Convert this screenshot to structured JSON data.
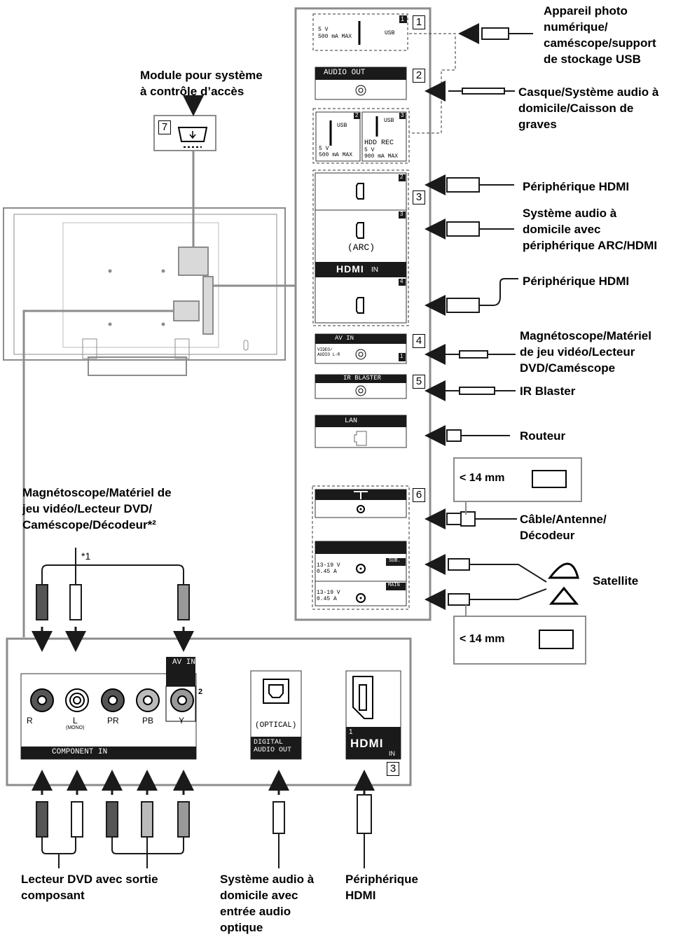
{
  "labels": {
    "usb_device": "Appareil photo\nnumérique/\ncaméscope/support\nde stockage USB",
    "headphones": "Casque/Système audio à\ndomicile/Caisson de\ngraves",
    "hdmi_device_1": "Périphérique HDMI",
    "arc_device": "Système audio à\ndomicile avec\npériphérique ARC/HDMI",
    "hdmi_device_2": "Périphérique HDMI",
    "av_in_device": "Magnétoscope/Matériel\nde jeu vidéo/Lecteur\nDVD/Caméscope",
    "ir_blaster": "IR Blaster",
    "router": "Routeur",
    "cable_antenna": "Câble/Antenne/\nDécodeur",
    "satellite": "Satellite",
    "cam_module": "Module pour système\nà contrôle d’accès",
    "composite_device": "Magnétoscope/Matériel de\njeu vidéo/Lecteur DVD/\nCaméscope/Décodeur*²",
    "note_1": "*1",
    "dvd_component": "Lecteur DVD avec sortie\ncomposant",
    "optical_system": "Système audio à\ndomicile avec\nentrée audio\noptique",
    "hdmi_device_3": "Périphérique\nHDMI"
  },
  "size_note": "< 14 mm",
  "callouts": [
    "1",
    "2",
    "3",
    "4",
    "5",
    "6",
    "7",
    "3"
  ],
  "ports": {
    "usb1_power": "5 V",
    "usb1_current": "500 mA MAX",
    "usb_text": "USB",
    "usb2_power": "5 V",
    "usb2_current": "500 mA MAX",
    "usb3_rec": "HDD REC",
    "usb3_power": "5 V",
    "usb3_current": "900 mA MAX",
    "audio_out": "AUDIO OUT",
    "arc": "(ARC)",
    "hdmi_in": "IN",
    "hdmi_logo": "HDMI",
    "av_in": "AV IN",
    "av_video": "VIDEO/\nAUDIO L-R",
    "ir_blaster": "IR BLASTER",
    "lan": "LAN",
    "sat_voltage": "13-19 V",
    "sat_current": "0.45 A",
    "sat_sub": "SUB.",
    "sat_main": "MAIN",
    "r": "R",
    "l": "L",
    "mono": "(MONO)",
    "pr": "PR",
    "pb": "PB",
    "y": "Y",
    "component_in": "COMPONENT IN",
    "optical": "(OPTICAL)",
    "digital_audio_out": "DIGITAL\nAUDIO OUT",
    "av_in_2": "AV IN",
    "port_numbers": [
      "1",
      "2",
      "3",
      "2",
      "3",
      "4",
      "1",
      "2",
      "1"
    ]
  },
  "colors": {
    "ink": "#1a1a1a",
    "frame": "#8c8c8c",
    "grey_fill": "#d9d9d9"
  }
}
